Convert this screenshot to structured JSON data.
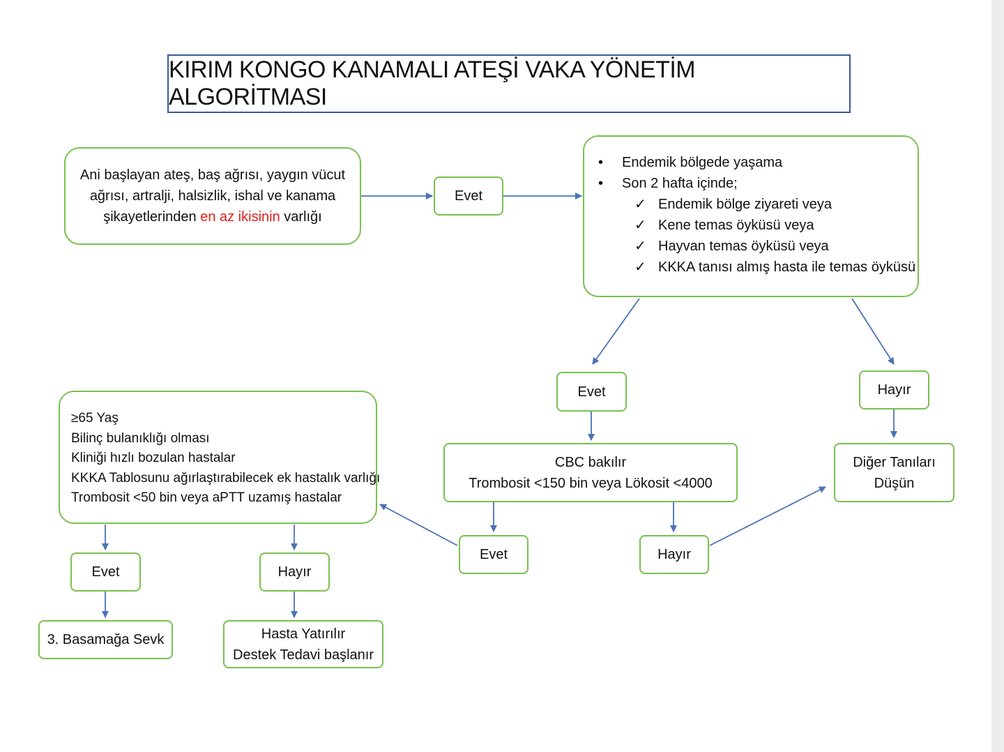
{
  "title": "KIRIM KONGO KANAMALI ATEŞİ VAKA YÖNETİM ALGORİTMASI",
  "symptoms": {
    "line1": "Ani başlayan ateş, baş ağrısı, yaygın vücut",
    "line2": "ağrısı, artralji, halsizlik, ishal ve kanama",
    "line3_start": "şikayetlerinden ",
    "line3_highlight": "en az ikisinin",
    "line3_end": " varlığı",
    "highlight_color": "#e0201b"
  },
  "labels": {
    "yes": "Evet",
    "no": "Hayır"
  },
  "exposure": {
    "bullets": [
      "Endemik bölgede yaşama",
      "Son 2 hafta içinde;"
    ],
    "checks": [
      "Endemik bölge ziyareti veya",
      "Kene temas öyküsü veya",
      "Hayvan temas öyküsü veya",
      "KKKA tanısı almış hasta ile temas öyküsü"
    ]
  },
  "cbc": {
    "line1": "CBC bakılır",
    "line2": "Trombosit <150 bin veya Lökosit <4000"
  },
  "other_dx": {
    "line1": "Diğer Tanıları",
    "line2": "Düşün"
  },
  "risk": {
    "items": [
      "≥65 Yaş",
      "Bilinç bulanıklığı olması",
      "Kliniği hızlı bozulan hastalar",
      "KKKA Tablosunu ağırlaştırabilecek ek hastalık varlığı",
      "Trombosit <50 bin veya aPTT uzamış hastalar"
    ]
  },
  "refer": "3. Basamağa Sevk",
  "admit": {
    "line1": "Hasta Yatırılır",
    "line2": "Destek Tedavi başlanır"
  },
  "colors": {
    "box_border": "#7bbf4e",
    "title_border": "#3b5a9a",
    "arrow": "#4a72b8"
  }
}
